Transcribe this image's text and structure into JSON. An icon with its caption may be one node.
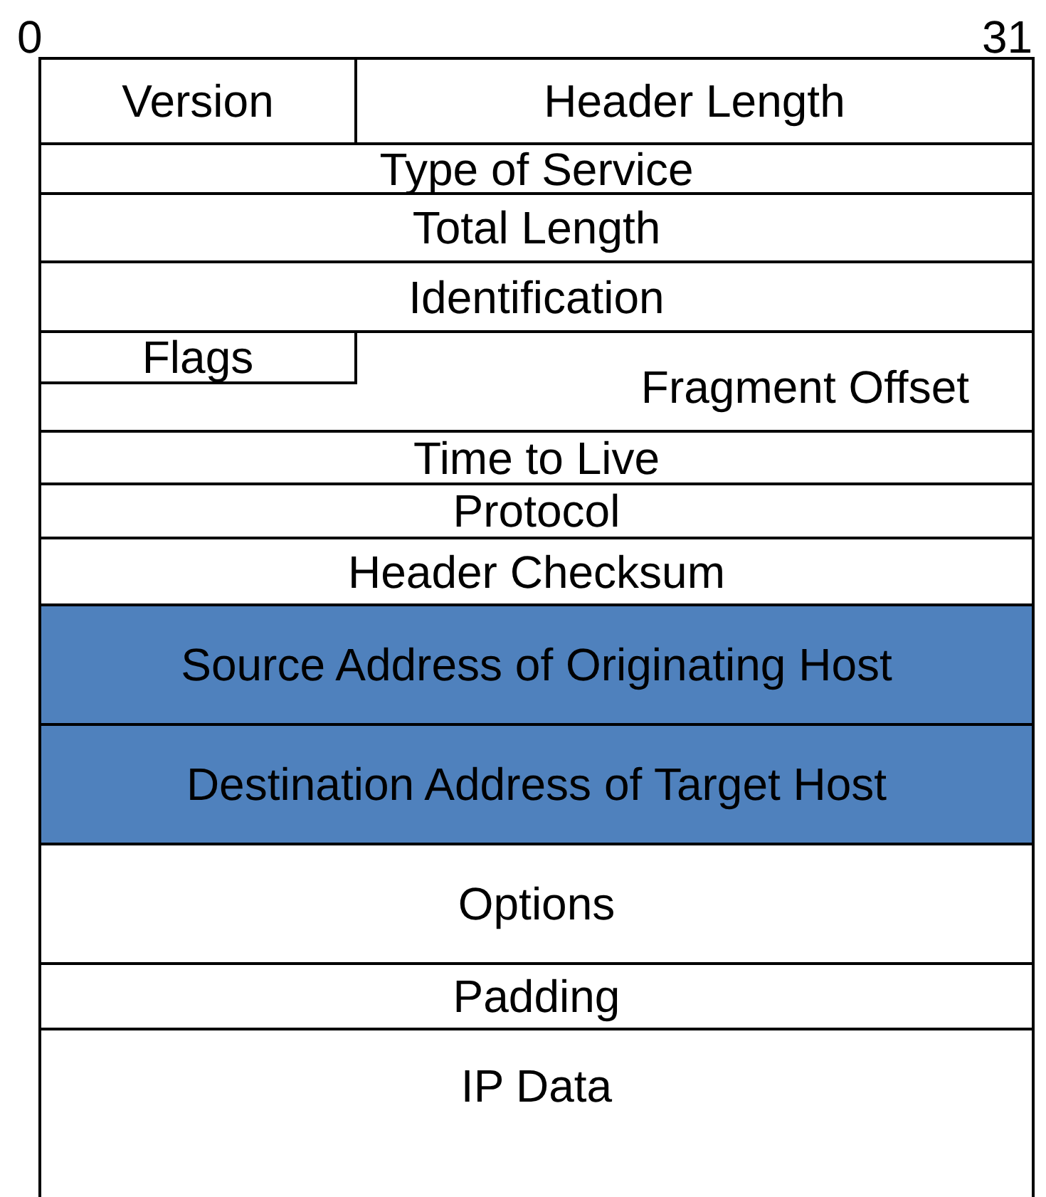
{
  "diagram": {
    "nodes": [
      {
        "text": [
          "Version"
        ]
      },
      {
        "text": [
          "Header Length"
        ]
      },
      {
        "text": [
          "Type of Service"
        ]
      },
      {
        "text": [
          "Total Length"
        ]
      },
      {
        "text": [
          "Identification"
        ]
      },
      {
        "text": [
          "Fragment Offset"
        ]
      },
      {
        "text": [
          "Flags"
        ],
        "in": 5
      },
      {
        "text": [
          "Time to Live"
        ]
      },
      {
        "text": [
          "Protocol"
        ]
      },
      {
        "text": [
          "Header Checksum"
        ]
      },
      {
        "text": [
          "Source Address of Originating Host"
        ]
      },
      {
        "text": [
          "Destination Address of Target Host"
        ]
      },
      {
        "text": [
          "Options"
        ]
      },
      {
        "text": [
          "Padding"
        ]
      },
      {
        "text": [
          "IP Data"
        ]
      }
    ],
    "edges": [],
    "labels": [
      "0",
      "31"
    ]
  }
}
